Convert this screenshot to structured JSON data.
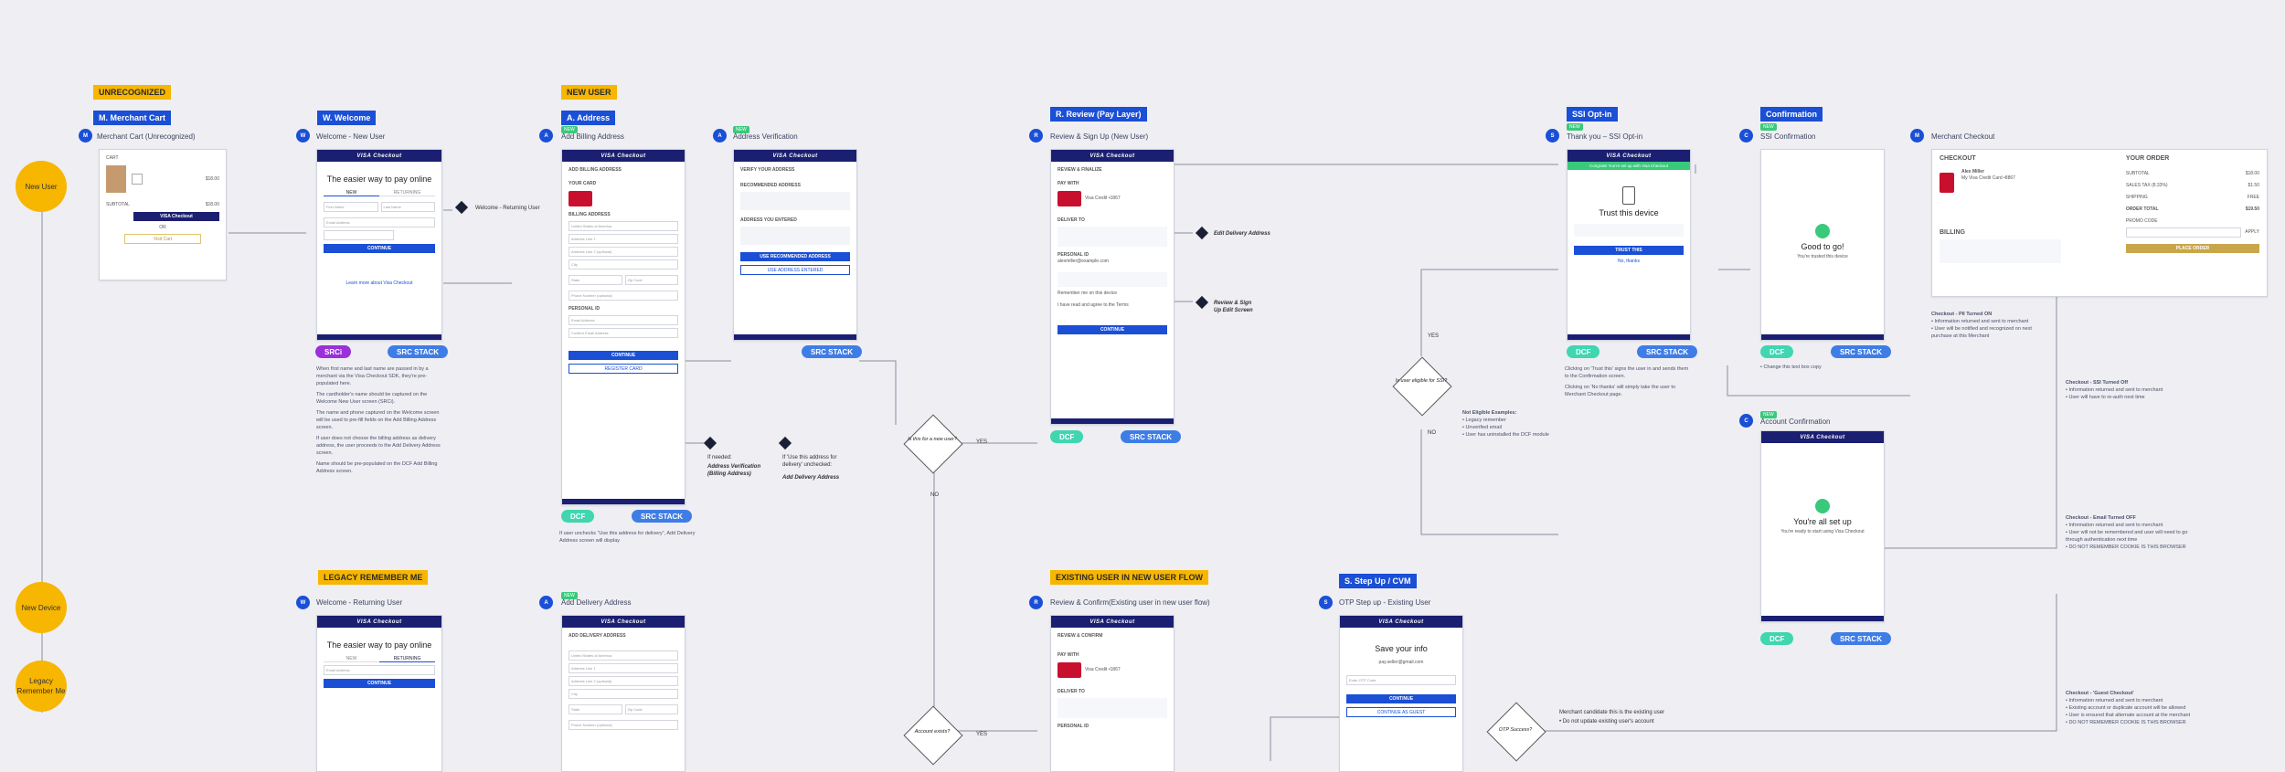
{
  "tags": {
    "unrecognized": "UNRECOGNIZED",
    "new_user": "NEW USER",
    "legacy_remember_me": "LEGACY REMEMBER ME",
    "existing_user_new_flow": "EXISTING USER IN NEW USER FLOW"
  },
  "start_nodes": {
    "new_user": "New User",
    "new_device": "New Device",
    "legacy": "Legacy Remember Me"
  },
  "screens": {
    "merchant_cart": {
      "tag": "M. Merchant Cart",
      "title": "Merchant Cart (Unrecognized)",
      "cart_label": "CART",
      "price1": "$18.00",
      "subtotal_label": "SUBTOTAL",
      "subtotal": "$18.00",
      "visa_checkout": "VISA Checkout",
      "or": "OR",
      "paypal": "Visit Cart"
    },
    "welcome": {
      "tag": "W. Welcome",
      "title": "Welcome - New User",
      "headline": "The easier way to pay online",
      "tab_new": "NEW",
      "tab_returning": "RETURNING",
      "first_name": "First Name",
      "last_name": "Last Name",
      "email": "Email Address",
      "continue": "CONTINUE",
      "link": "Learn more about Visa Checkout",
      "src_pill": "SRCi",
      "stack_pill": "SRC STACK",
      "side_note": "Welcome - Returning User"
    },
    "address": {
      "tag": "A. Address",
      "title": "Add Billing Address",
      "new_pill": "NEW",
      "section": "ADD BILLING ADDRESS",
      "card_label": "YOUR CARD",
      "billing": "BILLING ADDRESS",
      "country": "United States of America",
      "address1": "Address Line 1",
      "address2": "Address Line 2 (optional)",
      "city": "City",
      "state": "State",
      "zip": "Zip Code",
      "phone": "Phone Number (optional)",
      "personal": "PERSONAL ID",
      "email_ph": "Email Address",
      "confirm_email": "Confirm Email Address",
      "continue": "CONTINUE",
      "back": "REGISTER CARD",
      "dcf": "DCF",
      "stack": "SRC STACK",
      "footnote": "If user unchecks “Use this address for delivery”, Add Delivery Address screen will display"
    },
    "verification": {
      "title": "Address Verification",
      "new_pill": "NEW",
      "heading": "VERIFY YOUR ADDRESS",
      "recommended": "RECOMMENDED ADDRESS",
      "as_entered": "ADDRESS YOU ENTERED",
      "btn_primary": "USE RECOMMENDED ADDRESS",
      "btn_secondary": "USE ADDRESS ENTERED",
      "stack": "SRC STACK"
    },
    "delivery": {
      "title": "Add Delivery Address",
      "new_pill": "NEW",
      "section": "ADD DELIVERY ADDRESS",
      "country": "United States of America",
      "address1": "Address Line 1",
      "address2": "Address Line 2 (optional)",
      "city": "City",
      "state": "State",
      "zip": "Zip Code",
      "phone": "Phone Number (optional)"
    },
    "legacy_welcome": {
      "title": "Welcome - Returning User",
      "headline": "The easier way to pay online",
      "tab_new": "NEW",
      "tab_returning": "RETURNING",
      "email": "Email Address",
      "continue": "CONTINUE"
    },
    "review": {
      "tag": "R. Review (Pay Layer)",
      "title": "Review & Sign Up (New User)",
      "section": "REVIEW & FINALIZE",
      "pay_with": "PAY WITH",
      "card_name": "Visa Credit •1867",
      "deliver_to": "DELIVER TO",
      "personal": "PERSONAL ID",
      "email": "alexmiller@example.com",
      "remember": "Remember me on this device",
      "terms": "I have read and agree to the Terms",
      "continue": "CONTINUE",
      "dcf": "DCF",
      "stack": "SRC STACK",
      "edit_delivery": "Edit Delivery Address",
      "edit_secure": "Review & Sign Up Edit Screen"
    },
    "existing_review": {
      "title": "Review & Confirm(Existing user in new user flow)",
      "section": "REVIEW & CONFIRM",
      "pay_with": "PAY WITH",
      "card_name": "Visa Credit •1867",
      "deliver_to": "DELIVER TO",
      "personal": "PERSONAL ID"
    },
    "ssi": {
      "tag": "SSI Opt-in",
      "title": "Thank you – SSI Opt-in",
      "new_pill": "NEW",
      "banner": "Congrats! You're set up with Visa Checkout",
      "headline": "Trust this device",
      "btn_primary": "TRUST THIS",
      "btn_secondary": "No, thanks",
      "dcf": "DCF",
      "stack": "SRC STACK"
    },
    "stepup": {
      "tag": "S. Step Up / CVM",
      "title": "OTP Step up - Existing User",
      "headline": "Save your info",
      "email": "pay.seller@gmail.com",
      "otp": "Enter OTP Code",
      "btn_primary": "CONTINUE",
      "btn_secondary": "CONTINUE AS GUEST"
    },
    "confirmation": {
      "tag": "Confirmation",
      "title": "SSI Confirmation",
      "new_pill": "NEW",
      "headline": "Good to go!",
      "sub": "You're trusted this device",
      "dcf": "DCF",
      "stack": "SRC STACK"
    },
    "account_confirmation": {
      "title": "Account Confirmation",
      "new_pill": "NEW",
      "headline": "You're all set up",
      "sub": "You're ready to start using Visa Checkout",
      "dcf": "DCF",
      "stack": "SRC STACK"
    },
    "merchant_checkout": {
      "title": "Merchant Checkout",
      "checkout": "CHECKOUT",
      "order": "YOUR ORDER",
      "card_holder": "Alex Miller",
      "card_desc": "My Visa Credit Card •8867",
      "billing": "BILLING",
      "subtotal": "SUBTOTAL",
      "subtotal_val": "$18.00",
      "sales_tax": "SALES TAX (8.33%)",
      "tax_val": "$1.50",
      "shipping": "SHIPPING",
      "shipping_val": "FREE",
      "order_total": "ORDER TOTAL",
      "total_val": "$19.50",
      "promo": "PROMO CODE",
      "apply": "APPLY",
      "place_order": "PLACE ORDER"
    }
  },
  "decisions": {
    "new_user": "Is this for a new user?",
    "account_exists": "Account exists?",
    "is_user_eligible": "Is user eligible for SSI?",
    "otp_success": "OTP Success?"
  },
  "flow_labels": {
    "yes": "YES",
    "no": "NO",
    "if_needed": "If needed:",
    "address_verification": "Address Verification (Billing Address)",
    "uncheck": "If 'Use this address for delivery' unchecked:",
    "add_delivery": "Add Delivery Address",
    "edit_delivery_note": "Edit Delivery Address",
    "review_signup_edit": "Review & Sign Up Edit Screen",
    "welcome_returning": "Welcome - Returning User",
    "not_eligible_title": "Not Eligible Examples:",
    "not_eligible_1": "• Legacy remember",
    "not_eligible_2": "• Unverified email",
    "not_eligible_3": "• User has uninstalled the DCF module",
    "merchant_wait": "Merchant candidate this is the existing user",
    "merchant_wait_2": "• Do not update existing user's account"
  },
  "checkout_notes": {
    "n1_title": "Checkout - PII Turned ON",
    "n1_a": "• Information returned and sent to merchant",
    "n1_b": "• User will be notified and recognized on next purchase at this Merchant",
    "n2_title": "Checkout - SSI Turned Off",
    "n2_a": "• Information returned and sent to merchant",
    "n2_b": "• User will have to re-auth next time",
    "n3_title": "Checkout - Email Turned OFF",
    "n3_a": "• Information returned and sent to merchant",
    "n3_b": "• User will not be remembered and user will need to go through authentication next time",
    "n3_c": "• DO NOT REMEMBER COOKIE IS THIS BROWSER",
    "n4_title": "Checkout - 'Guest Checkout'",
    "n4_a": "• Information returned and sent to merchant",
    "n4_b": "• Existing account or duplicate account will be allowed",
    "n4_c": "• User is ensured that alternate account at the merchant",
    "n4_d": "• DO NOT REMEMBER COOKIE IS THIS BROWSER"
  },
  "side_notes": {
    "welcome_a": "When first name and last name are passed in by a merchant via the Visa Checkout SDK, they're pre-populated here.",
    "welcome_b": "The cardholder's name should be captured on the Welcome New User screen (SRCi).",
    "welcome_c": "The name and phone captured on the Welcome screen will be used to pre-fill fields on the Add Billing Address screen.",
    "welcome_d": "If user does not choose the billing address as delivery address, the user proceeds to the Add Delivery Address screen.",
    "welcome_e": "Name should be pre-populated on the DCF Add Billing Address screen.",
    "ssi_a": "Clicking on 'Trust this' signs the user in and sends them to the Confirmation screen.",
    "ssi_b": "Clicking on 'No thanks' will simply take the user to Merchant Checkout page.",
    "confirm_a": "• Change this text box copy"
  }
}
